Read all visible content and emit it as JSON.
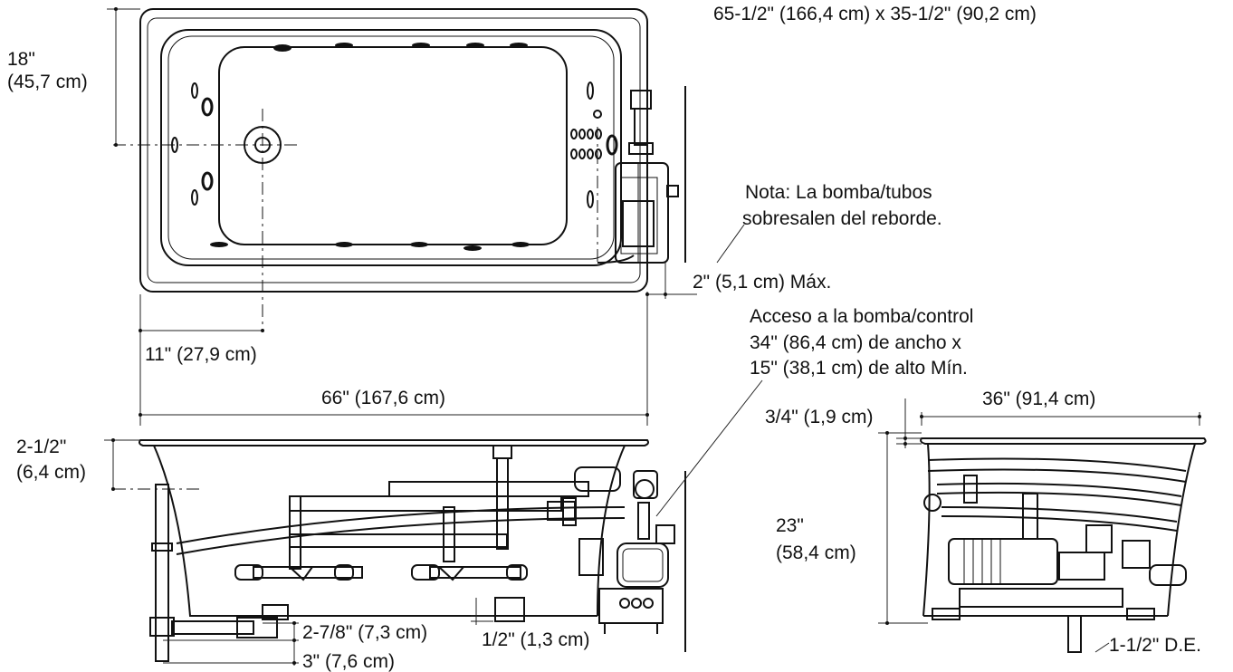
{
  "labels": {
    "overall_size": "65-1/2\" (166,4 cm) x 35-1/2\" (90,2 cm)",
    "dim_18_in": "18\"",
    "dim_18_cm": "(45,7 cm)",
    "note_line1": "Nota: La bomba/tubos",
    "note_line2": "sobresalen del reborde.",
    "dim_2_max": "2\" (5,1 cm) Máx.",
    "access_line1": "Acceso a la bomba/control",
    "access_line2": "34\" (86,4 cm) de ancho x",
    "access_line3": "15\" (38,1 cm) de alto Mín.",
    "dim_11": "11\" (27,9 cm)",
    "dim_66": "66\" (167,6 cm)",
    "dim_36": "36\" (91,4 cm)",
    "dim_3_4": "3/4\" (1,9 cm)",
    "dim_2_5_in": "2-1/2\"",
    "dim_2_5_cm": "(6,4 cm)",
    "dim_23_in": "23\"",
    "dim_23_cm": "(58,4 cm)",
    "dim_2_7_8": "2-7/8\" (7,3 cm)",
    "dim_1_2": "1/2\" (1,3 cm)",
    "dim_3": "3\" (7,6 cm)",
    "dim_od": "1-1/2\" D.E."
  }
}
